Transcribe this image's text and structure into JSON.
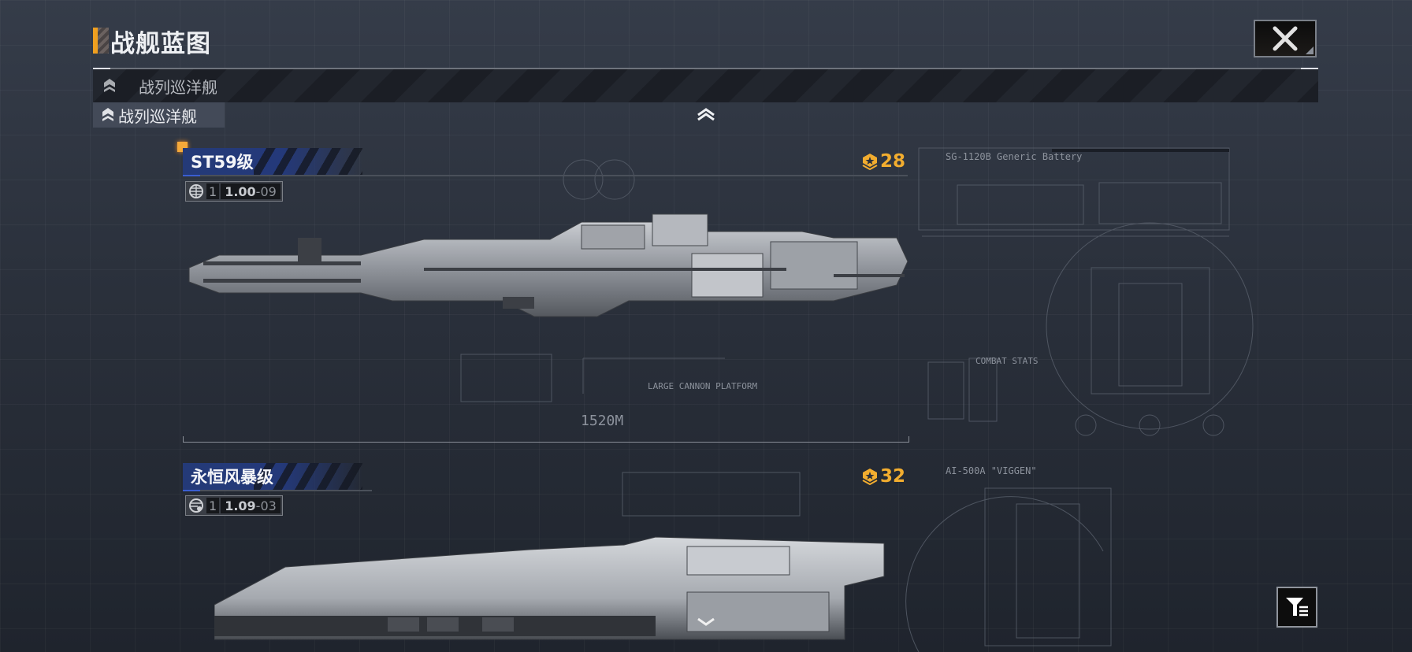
{
  "header": {
    "title": "战舰蓝图",
    "close_icon": "close-icon"
  },
  "category_dropdown": {
    "current": "战列巡洋舰",
    "selected_tag": "战列巡洋舰"
  },
  "ships": [
    {
      "name": "ST59级",
      "tier": "1",
      "version_main": "1.00",
      "version_sub": "09",
      "rank": "28",
      "length_label": "1520M",
      "blueprint_title": "SG-1120B Generic Battery",
      "blueprint_note": "LARGE CANNON PLATFORM",
      "stat_label": "COMBAT STATS"
    },
    {
      "name": "永恒风暴级",
      "tier": "1",
      "version_main": "1.09",
      "version_sub": "03",
      "rank": "32",
      "blueprint_title": "AI-500A \"VIGGEN\""
    }
  ],
  "colors": {
    "accent": "#f0a020",
    "rank": "#f2ad2f",
    "name_bar": "#243a78"
  }
}
